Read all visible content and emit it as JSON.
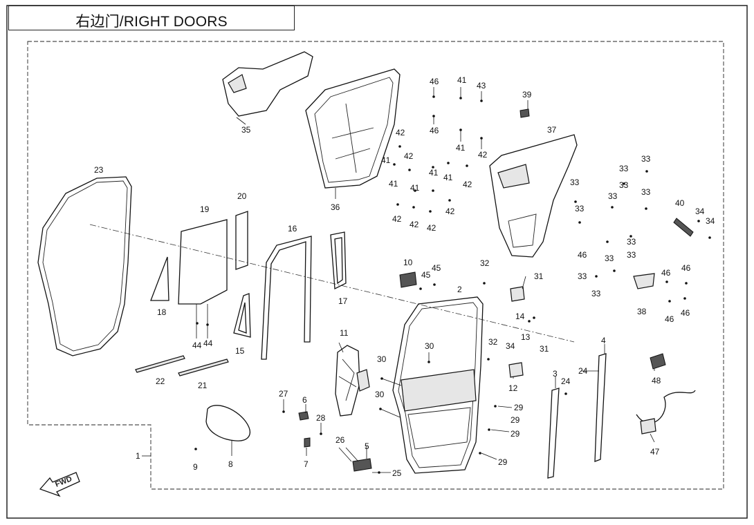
{
  "title": "右边门/RIGHT DOORS",
  "fwd_label": "FWD",
  "callouts": [
    "1",
    "2",
    "3",
    "4",
    "5",
    "6",
    "7",
    "8",
    "9",
    "10",
    "11",
    "12",
    "13",
    "14",
    "15",
    "16",
    "17",
    "18",
    "19",
    "20",
    "21",
    "22",
    "23",
    "24",
    "24",
    "25",
    "26",
    "27",
    "28",
    "29",
    "29",
    "29",
    "29",
    "30",
    "30",
    "30",
    "31",
    "31",
    "32",
    "32",
    "33",
    "33",
    "33",
    "33",
    "33",
    "33",
    "33",
    "33",
    "33",
    "33",
    "33",
    "33",
    "34",
    "34",
    "34",
    "35",
    "36",
    "37",
    "38",
    "39",
    "40",
    "41",
    "41",
    "41",
    "41",
    "41",
    "41",
    "41",
    "42",
    "42",
    "42",
    "42",
    "42",
    "42",
    "42",
    "42",
    "43",
    "44",
    "44",
    "45",
    "45",
    "46",
    "46",
    "46",
    "46",
    "46",
    "46",
    "46",
    "47",
    "48"
  ]
}
